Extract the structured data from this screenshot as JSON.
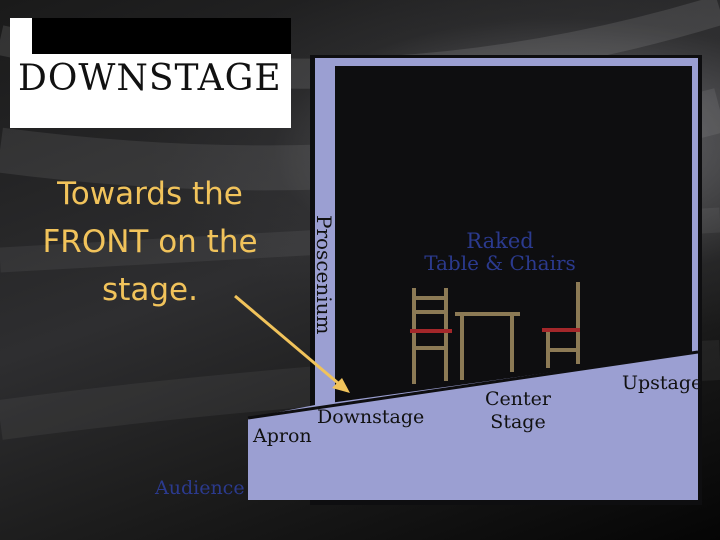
{
  "logo": {
    "text": "DOWNSTAGE"
  },
  "definition": {
    "text": "Towards the FRONT on the stage."
  },
  "diagram": {
    "proscenium": "Proscenium",
    "raked": "Raked",
    "table_chairs": "Table & Chairs",
    "upstage": "Upstage",
    "center_stage_1": "Center",
    "center_stage_2": "Stage",
    "downstage": "Downstage",
    "apron": "Apron",
    "audience": "Audience"
  },
  "colors": {
    "stage_fill": "#9b9fd2",
    "definition_text": "#f1c35b",
    "arrow": "#f1c35b",
    "raked_label": "#2b3a8e",
    "chair_wood": "#8c7a55",
    "chair_seat": "#a3272a"
  }
}
